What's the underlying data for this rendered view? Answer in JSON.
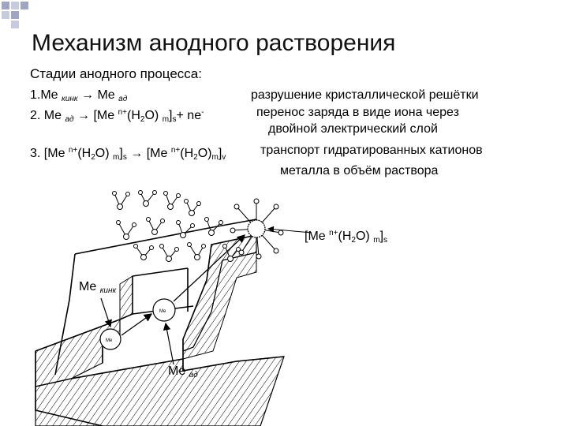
{
  "slide": {
    "title": "Механизм анодного растворения",
    "subtitle": "Стадии анодного процесса:"
  },
  "steps": {
    "s1": {
      "num": "1.",
      "me1": "Me",
      "kink": "кинк",
      "arrow": "→",
      "me2": "Me",
      "ad": "ад",
      "desc": "разрушение кристаллической решётки"
    },
    "s2": {
      "num": "2.",
      "me": "Me",
      "ad": "ад",
      "arrow": "→",
      "bracket_open": "[Me",
      "charge": "n+",
      "h2o_open": "(H",
      "two": "2",
      "h2o_close": "O)",
      "m": "m",
      "bracket_close": "]",
      "s": "s",
      "plus": "+ ne",
      "minus": "-",
      "desc1": "перенос заряда в виде иона через",
      "desc2": "двойной электрический слой"
    },
    "s3": {
      "num": "3.",
      "br1_open": "[Me",
      "charge1": "n+",
      "h2o1_open": "(H",
      "two1": "2",
      "h2o1_close": "O)",
      "m1": "m",
      "br1_close": "]",
      "s1": "s",
      "arrow": "→",
      "br2_open": "[Me",
      "charge2": "n+",
      "h2o2_open": "(H",
      "two2": "2",
      "h2o2_close": "O)",
      "m2": "m",
      "br2_close": "]",
      "v": "v",
      "desc1": "транспорт гидратированных катионов",
      "desc2": "металла в объём раствора"
    }
  },
  "diagram_labels": {
    "hydrated_ion": {
      "br_open": "[Me",
      "charge": "n+",
      "h2o_open": "(H",
      "two": "2",
      "h2o_close": "O)",
      "m": "m",
      "br_close": "]",
      "s": "s"
    },
    "kink": {
      "me": "Me",
      "sub": "кинк"
    },
    "adatom": {
      "me": "Me",
      "sub": "ад"
    },
    "ion_symbol": "Me"
  },
  "colors": {
    "corner_squares": "#9fa5c2",
    "ink": "#000000"
  }
}
